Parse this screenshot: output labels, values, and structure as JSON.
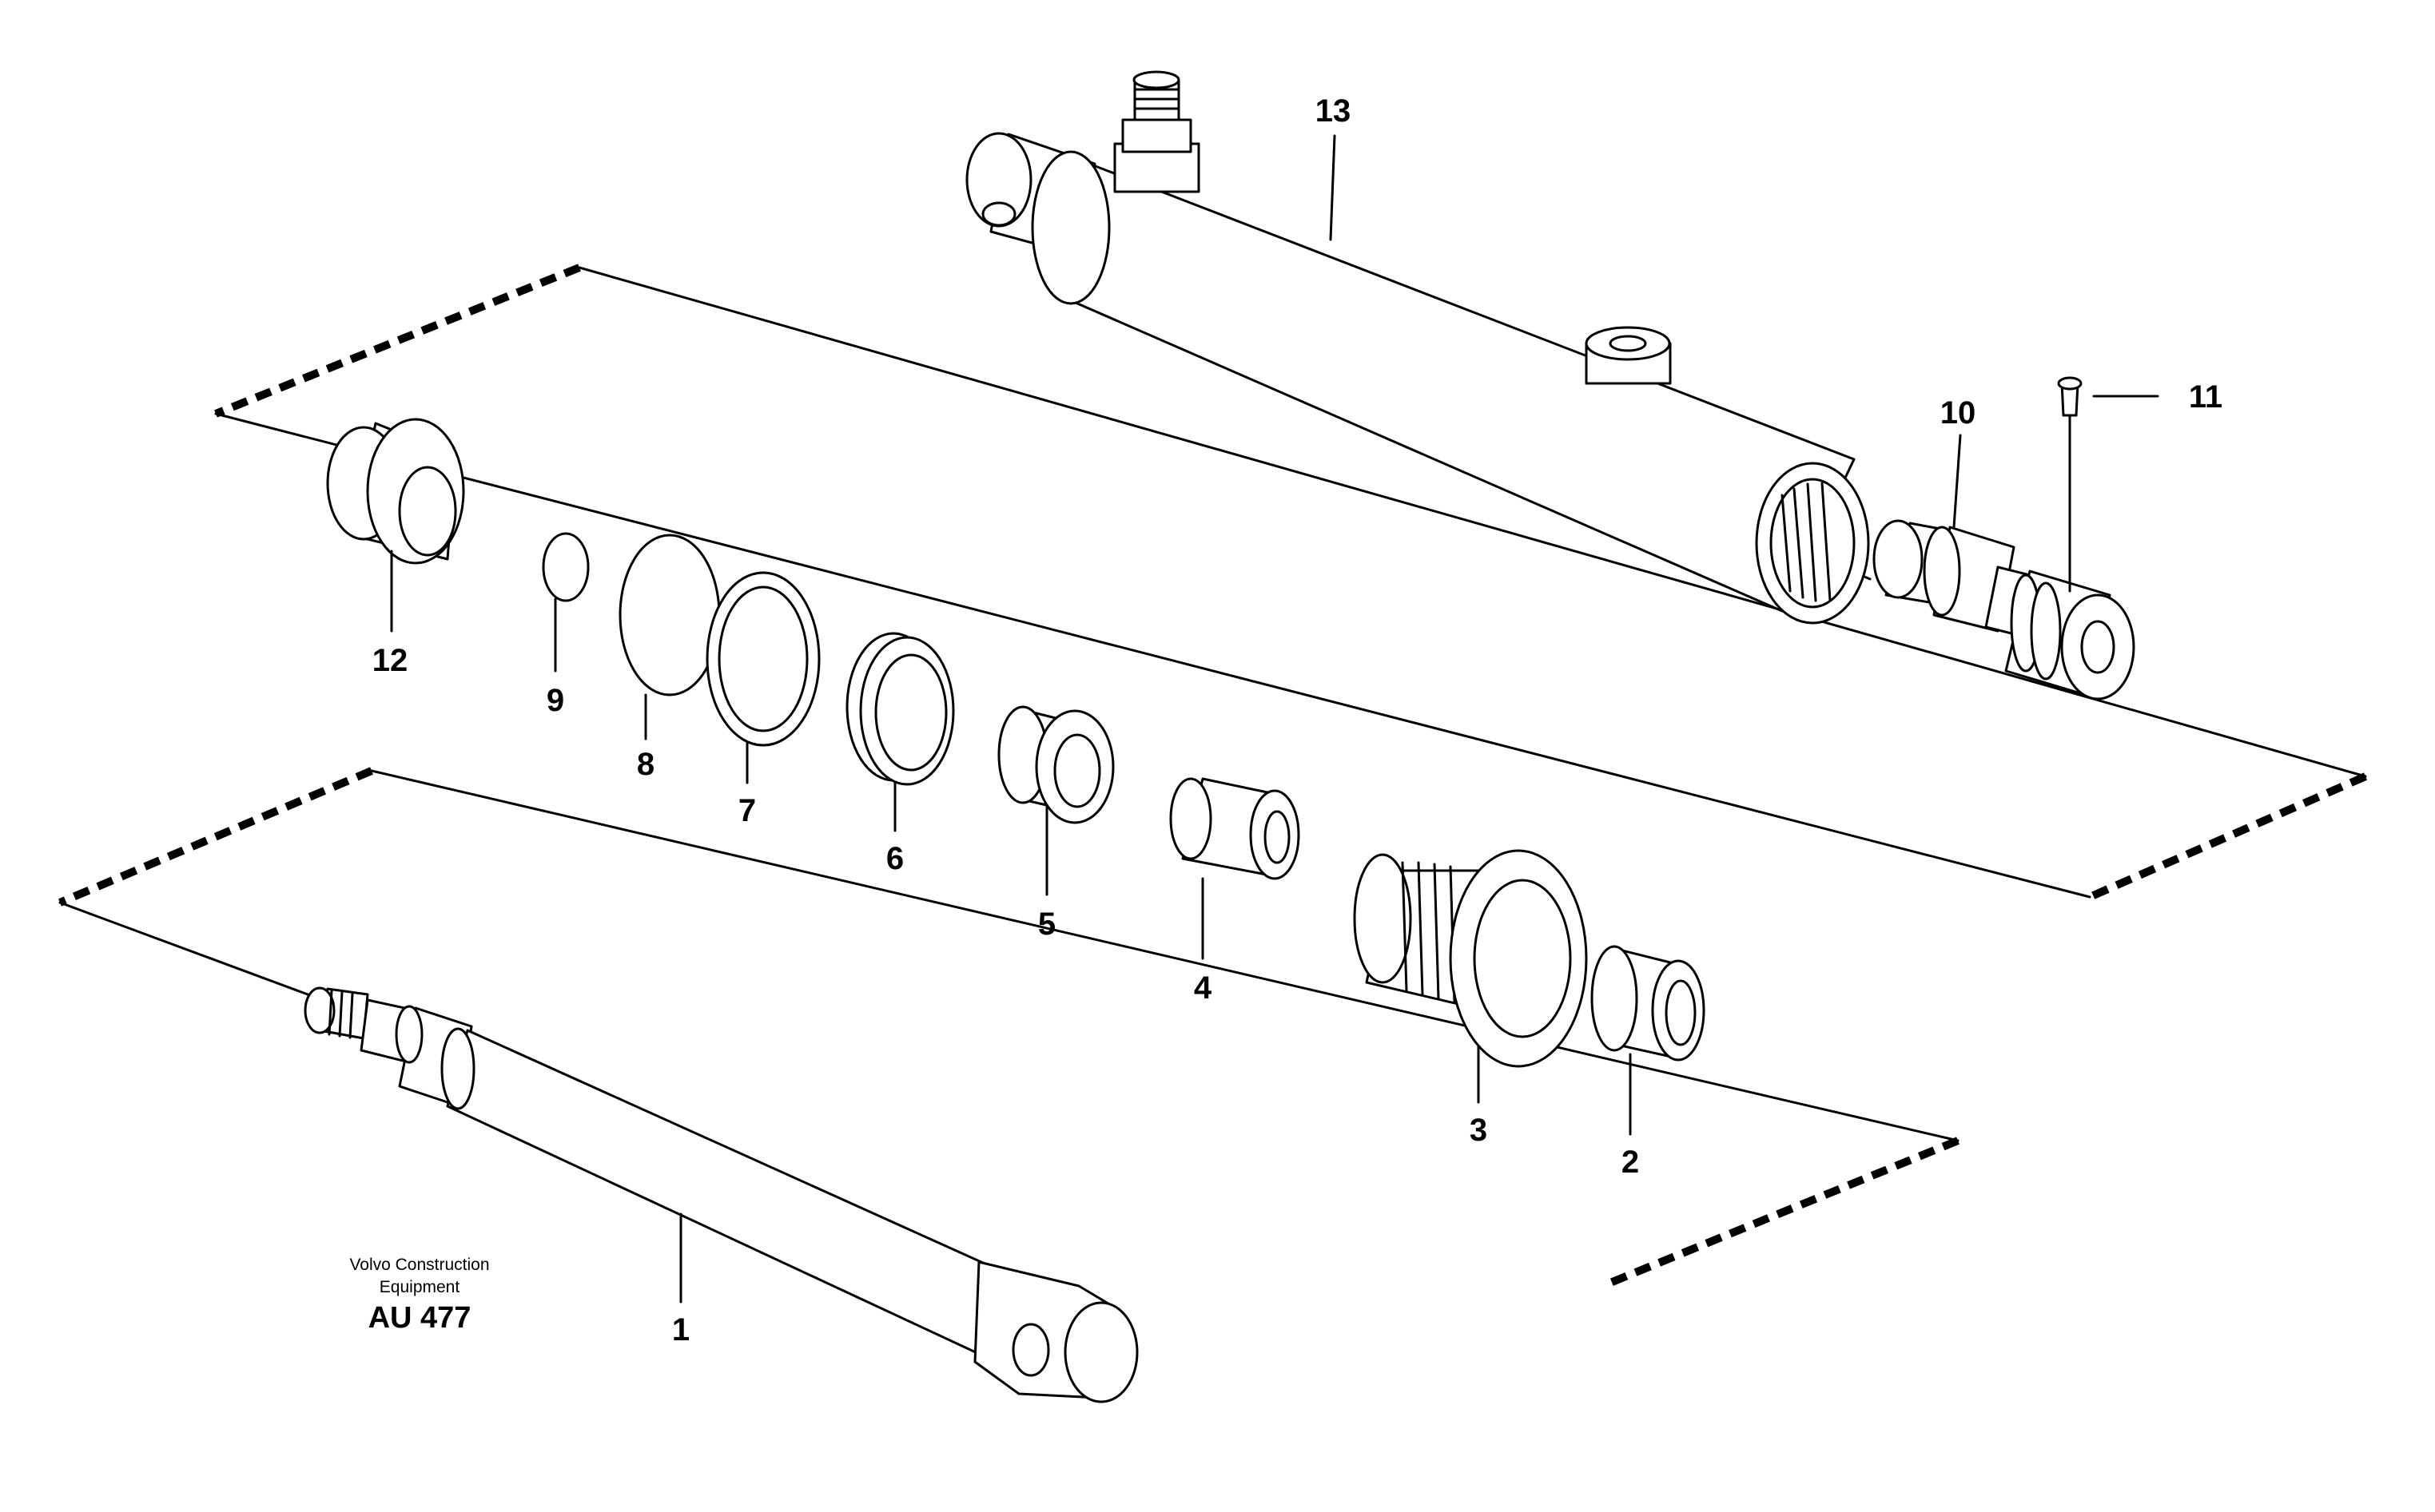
{
  "diagram": {
    "parts": [
      {
        "id": "p1",
        "number": "1"
      },
      {
        "id": "p2",
        "number": "2"
      },
      {
        "id": "p3",
        "number": "3"
      },
      {
        "id": "p4",
        "number": "4"
      },
      {
        "id": "p5",
        "number": "5"
      },
      {
        "id": "p6",
        "number": "6"
      },
      {
        "id": "p7",
        "number": "7"
      },
      {
        "id": "p8",
        "number": "8"
      },
      {
        "id": "p9",
        "number": "9"
      },
      {
        "id": "p10",
        "number": "10"
      },
      {
        "id": "p11",
        "number": "11"
      },
      {
        "id": "p12",
        "number": "12"
      },
      {
        "id": "p13",
        "number": "13"
      }
    ],
    "credit": {
      "line1": "Volvo Construction",
      "line2": "Equipment",
      "code": "AU 477"
    }
  }
}
